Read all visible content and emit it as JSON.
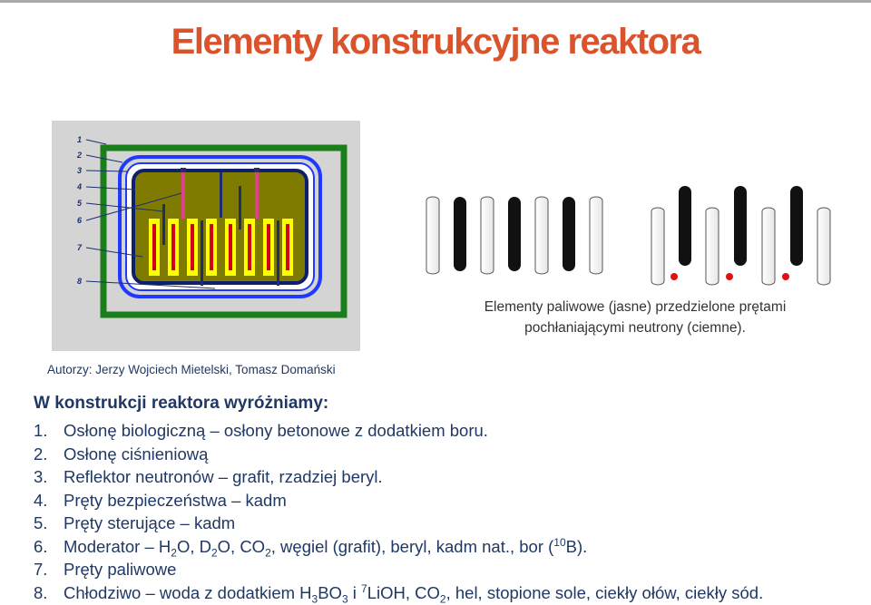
{
  "title": "Elementy konstrukcyjne reaktora",
  "diagram": {
    "labels": [
      "1",
      "2",
      "3",
      "4",
      "5",
      "6",
      "7",
      "8"
    ],
    "colors": {
      "background": "#d4d4d4",
      "shield": "#1a7f1a",
      "vessel": "#1f39ff",
      "core": "#7f7a00",
      "fuel": "#ffff00",
      "fuel_core": "#d0001a",
      "control": "#e0408c",
      "safety": "#1f2f6b"
    }
  },
  "rods_caption": {
    "line1": "Elementy paliwowe (jasne) przedzielone prętami",
    "line2": "pochłaniającymi neutrony (ciemne)."
  },
  "authors": "Autorzy: Jerzy Wojciech Mietelski, Tomasz Domański",
  "list": {
    "heading": "W konstrukcji reaktora wyróżniamy:",
    "items": [
      {
        "num": "1.",
        "text": "Osłonę biologiczną – osłony betonowe z dodatkiem boru."
      },
      {
        "num": "2.",
        "text": "Osłonę ciśnieniową"
      },
      {
        "num": "3.",
        "text": "Reflektor neutronów – grafit, rzadziej beryl."
      },
      {
        "num": "4.",
        "text": "Pręty bezpieczeństwa – kadm"
      },
      {
        "num": "5.",
        "text": "Pręty sterujące – kadm"
      },
      {
        "num": "6.",
        "parts": {
          "a": "Moderator – H",
          "b": "2",
          "c": "O, D",
          "d": "2",
          "e": "O, CO",
          "f": "2",
          "g": ", węgiel (grafit), beryl, kadm nat., bor (",
          "h": "10",
          "i": "B)."
        }
      },
      {
        "num": "7.",
        "text": "Pręty paliwowe"
      },
      {
        "num": "8.",
        "parts": {
          "a": "Chłodziwo – woda z dodatkiem H",
          "b": "3",
          "c": "BO",
          "d": "3",
          "e": " i ",
          "f": "7",
          "g": "LiOH, CO",
          "h": "2",
          "i": ", hel, stopione sole, ciekły ołów, ciekły sód."
        }
      }
    ]
  }
}
